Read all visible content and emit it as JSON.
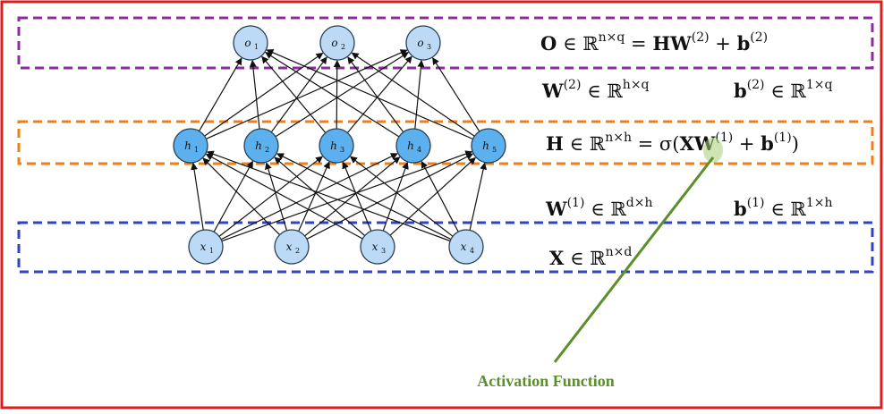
{
  "colors": {
    "output_layer": "#8e2c9e",
    "hidden_layer": "#f07f14",
    "input_layer": "#2f43c8",
    "frame_border": "#dd1c1c",
    "light_node": "#bcd9f6",
    "dark_node": "#5cb0ee",
    "annotation": "#5a8f2a"
  },
  "output_nodes": [
    {
      "base": "o",
      "sub": "1"
    },
    {
      "base": "o",
      "sub": "2"
    },
    {
      "base": "o",
      "sub": "3"
    }
  ],
  "hidden_nodes": [
    {
      "base": "h",
      "sub": "1"
    },
    {
      "base": "h",
      "sub": "2"
    },
    {
      "base": "h",
      "sub": "3"
    },
    {
      "base": "h",
      "sub": "4"
    },
    {
      "base": "h",
      "sub": "5"
    }
  ],
  "input_nodes": [
    {
      "base": "x",
      "sub": "1"
    },
    {
      "base": "x",
      "sub": "2"
    },
    {
      "base": "x",
      "sub": "3"
    },
    {
      "base": "x",
      "sub": "4"
    }
  ],
  "equations": {
    "output": {
      "O": "O",
      "in": " ∈ ℝ",
      "dim": "n×q",
      "eq": " = ",
      "H": "H",
      "W": "W",
      "sup2": "(2)",
      "plus": " + ",
      "b": "b",
      "bsup": "(2)"
    },
    "w2": {
      "W": "W",
      "sup": "(2)",
      "in": " ∈ ℝ",
      "dim": "h×q"
    },
    "b2": {
      "b": "b",
      "sup": "(2)",
      "in": " ∈ ℝ",
      "dim": "1×q"
    },
    "hidden": {
      "H": "H",
      "in": " ∈ ℝ",
      "dim": "n×h",
      "eq": " = ",
      "sigma": "σ",
      "open": "(",
      "X": "X",
      "W": "W",
      "sup": "(1)",
      "plus": " + ",
      "b": "b",
      "bsup": "(1)",
      "close": ")"
    },
    "w1": {
      "W": "W",
      "sup": "(1)",
      "in": " ∈ ℝ",
      "dim": "d×h"
    },
    "b1": {
      "b": "b",
      "sup": "(1)",
      "in": " ∈ ℝ",
      "dim": "1×h"
    },
    "input": {
      "X": "X",
      "in": " ∈ ℝ",
      "dim": "n×d"
    }
  },
  "annotation": {
    "label": "Activation Function"
  }
}
